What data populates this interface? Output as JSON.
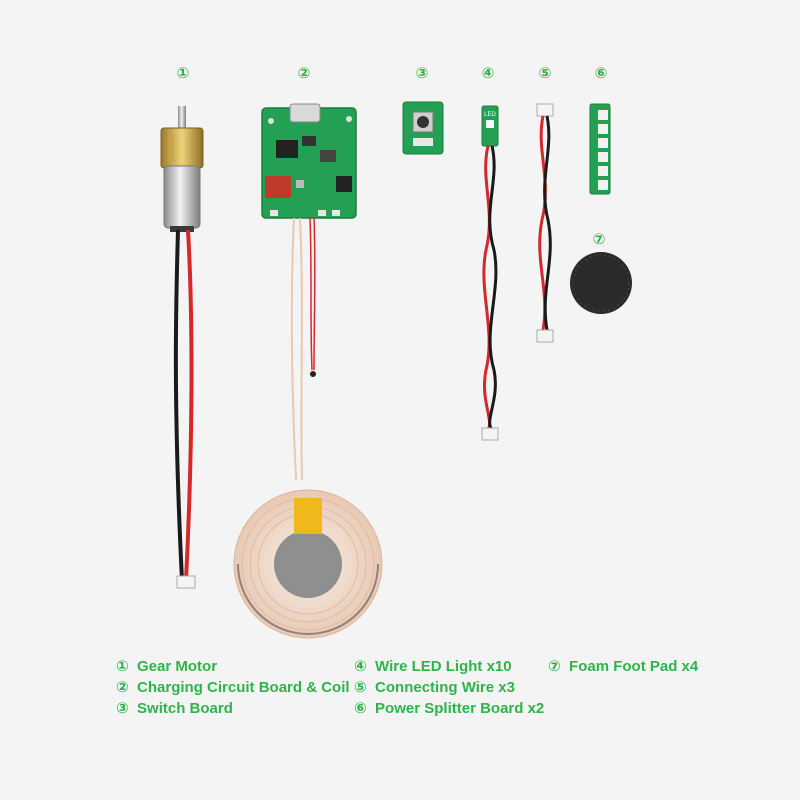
{
  "item_markers": [
    "①",
    "②",
    "③",
    "④",
    "⑤",
    "⑥",
    "⑦"
  ],
  "legend": [
    {
      "marker": "①",
      "label": "Gear Motor"
    },
    {
      "marker": "②",
      "label": "Charging Circuit Board & Coil"
    },
    {
      "marker": "③",
      "label": "Switch Board"
    },
    {
      "marker": "④",
      "label": "Wire LED Light x10"
    },
    {
      "marker": "⑤",
      "label": "Connecting Wire x3"
    },
    {
      "marker": "⑥",
      "label": "Power Splitter Board x2"
    },
    {
      "marker": "⑦",
      "label": "Foam Foot Pad x4"
    }
  ],
  "board_text": {
    "led_label": "LED"
  },
  "colors": {
    "accent_green": "#2fb34a",
    "pcb_green": "#23a053",
    "wire_red": "#d62828",
    "wire_black": "#1a1a1a",
    "copper": "#c9855a",
    "tape_yellow": "#f0b81c",
    "foam_black": "#2a2a2a",
    "background": "#f4f4f4"
  }
}
